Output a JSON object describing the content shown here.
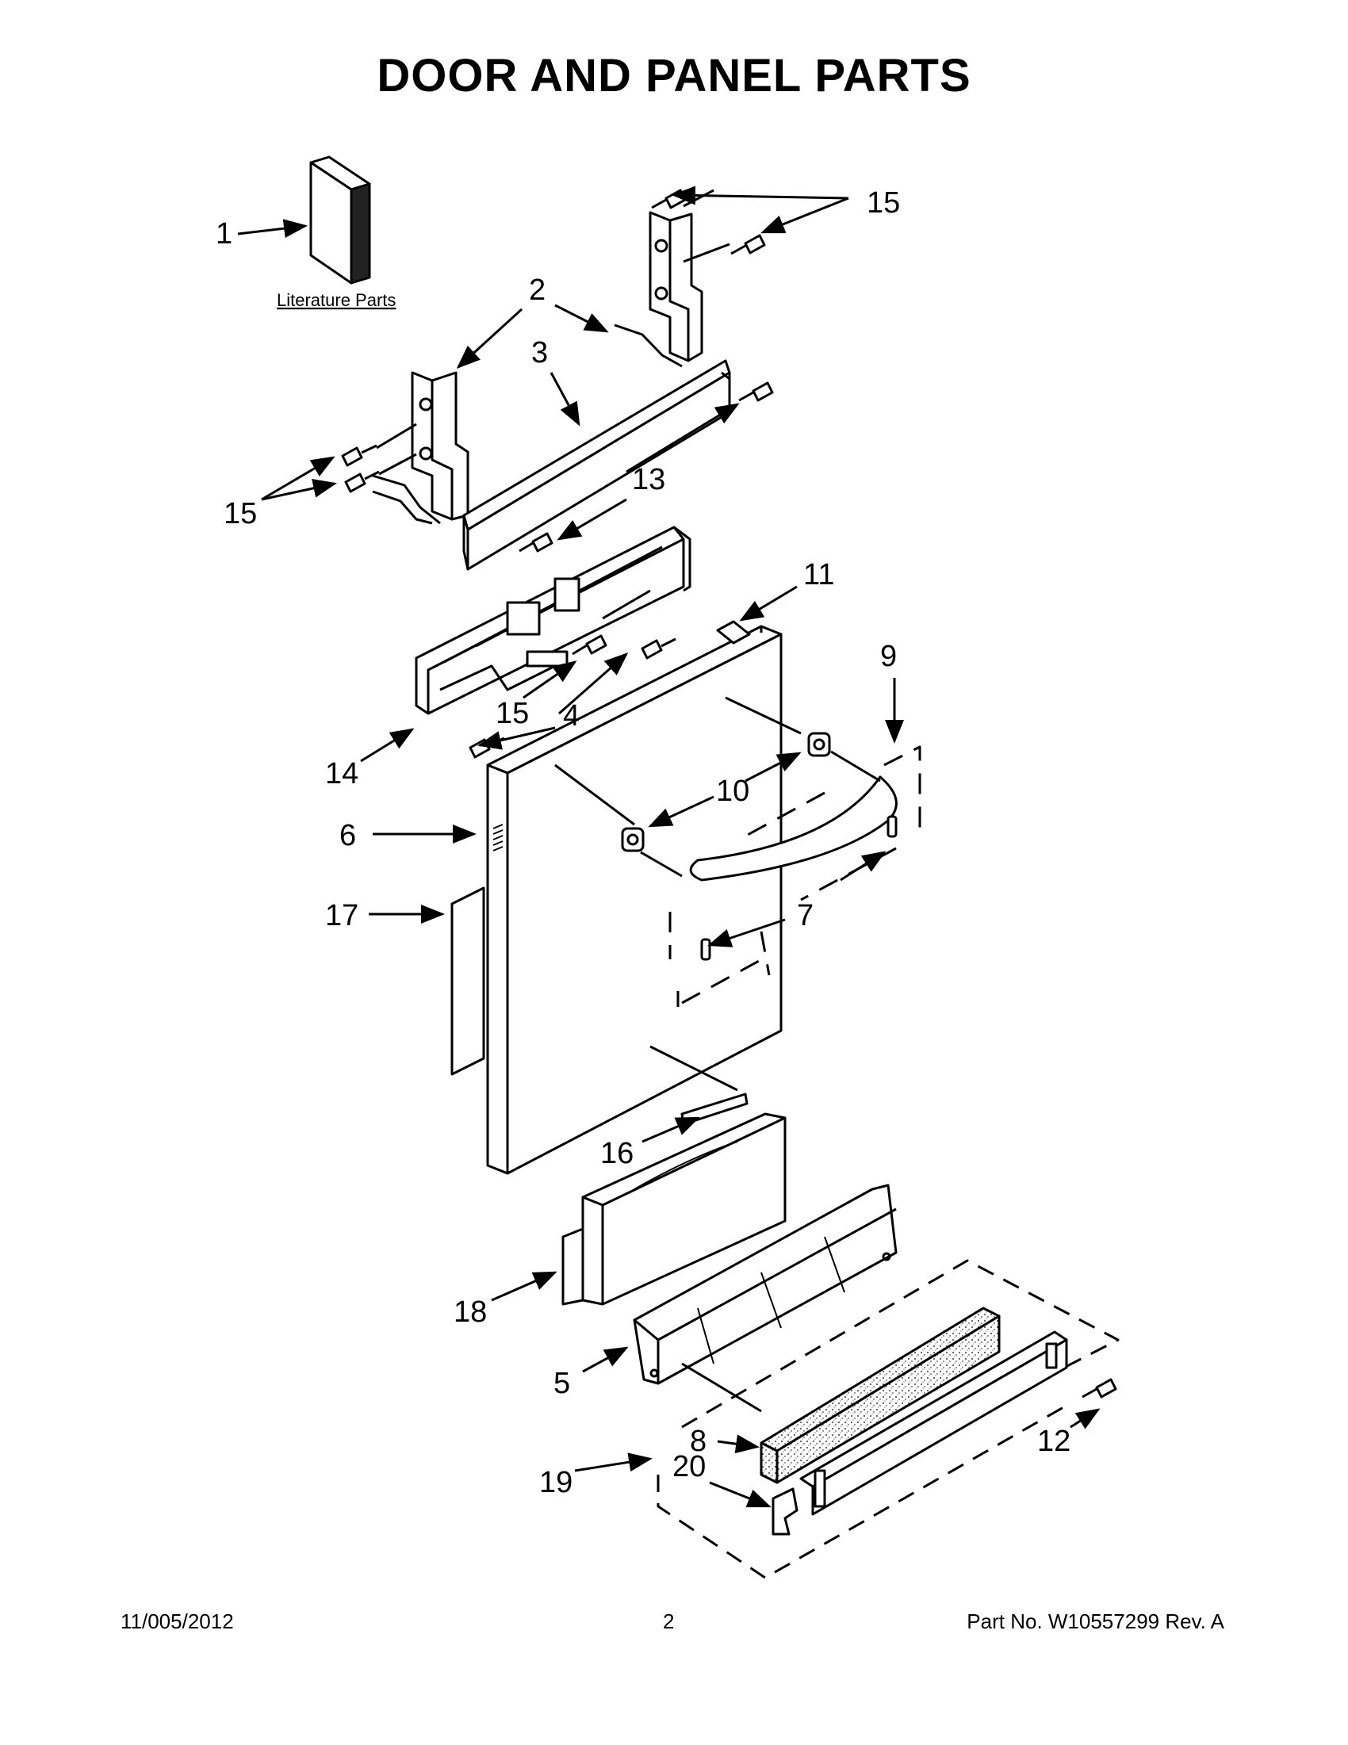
{
  "title": "DOOR AND PANEL PARTS",
  "literature_label": "Literature Parts",
  "callouts": {
    "c1": "1",
    "c2": "2",
    "c3": "3",
    "c4": "4",
    "c5": "5",
    "c6": "6",
    "c7": "7",
    "c8": "8",
    "c9": "9",
    "c10": "10",
    "c11": "11",
    "c12": "12",
    "c13": "13",
    "c14": "14",
    "c15a": "15",
    "c15b": "15",
    "c15c": "15",
    "c16": "16",
    "c17": "17",
    "c18": "18",
    "c19": "19",
    "c20": "20"
  },
  "footer": {
    "date": "11/005/2012",
    "page": "2",
    "part_number": "Part No.  W10557299  Rev.  A"
  }
}
